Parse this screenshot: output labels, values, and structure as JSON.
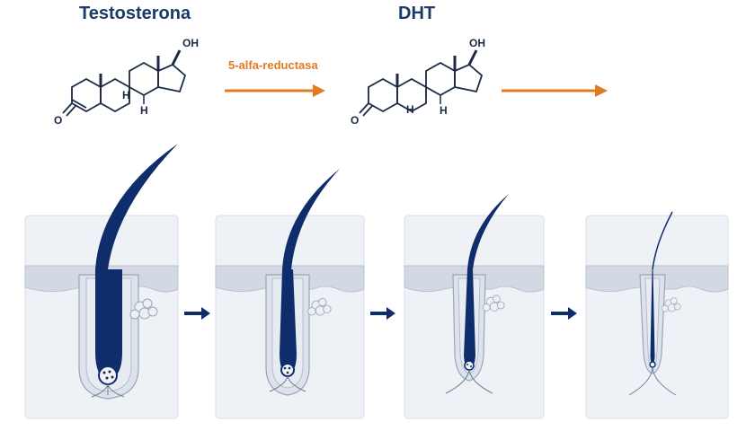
{
  "titles": {
    "testosterone": "Testosterona",
    "dht": "DHT"
  },
  "enzyme_label": "5-alfa-reductasa",
  "molecule_atoms": {
    "oh": "OH",
    "o": "O",
    "h": "H"
  },
  "colors": {
    "navy": "#0f2d6b",
    "title": "#1b3a66",
    "orange": "#e07b22",
    "skin": "#d2d9e3",
    "panel_bg": "#eef2f7",
    "panel_border": "#d9dee6"
  },
  "stages": [
    {
      "hair_thickness": 1.0
    },
    {
      "hair_thickness": 0.66
    },
    {
      "hair_thickness": 0.4
    },
    {
      "hair_thickness": 0.12
    }
  ]
}
